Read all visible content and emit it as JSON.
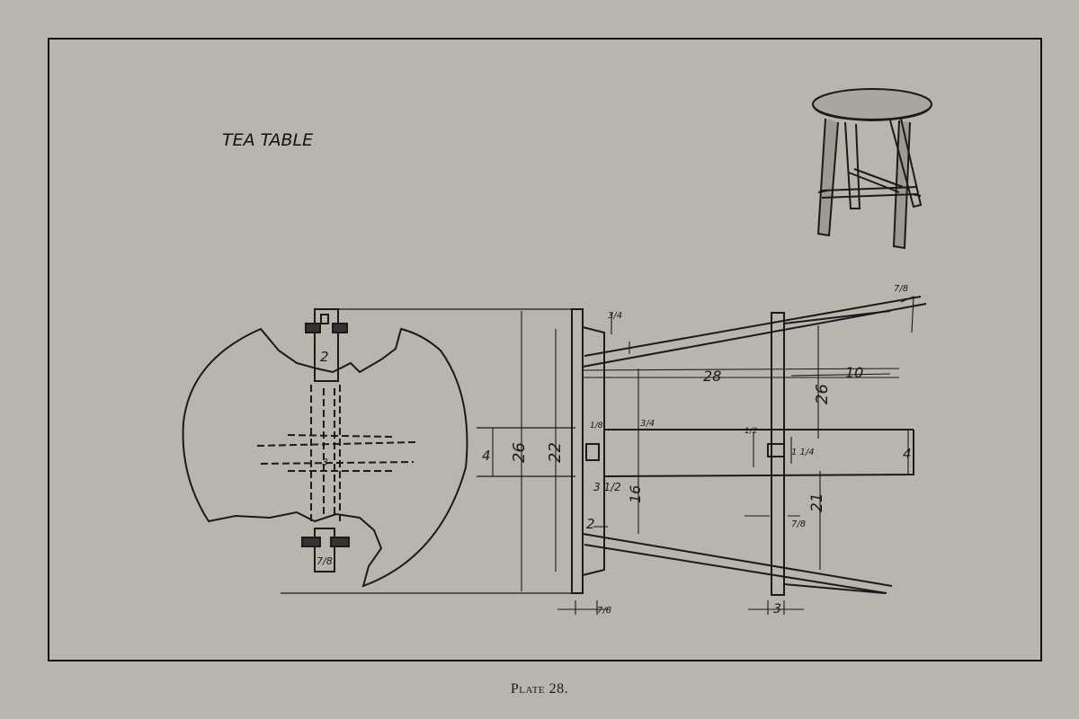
{
  "title": "TEA TABLE",
  "caption": "Plate 28.",
  "dimensions": {
    "d2_top": "2",
    "d3_center": "3",
    "d7_8_bottom": "7/8",
    "d4_left": "4",
    "d26_left": "26",
    "d22": "22",
    "d3_4_top": "3/4",
    "d28": "28",
    "d3_4_mid": "3/4",
    "d1_8_mid": "1/8",
    "d16": "16",
    "d3_1_2": "3 1/2",
    "d2_mid": "2",
    "d7_8_low_left": "7/8",
    "d7_8_top_right": "7/8",
    "d10": "10",
    "d26_right": "26",
    "d4_right": "4",
    "d1_4_right": "1 1/4",
    "d1_2_right": "1/2",
    "d21": "21",
    "d7_8_right": "7/8",
    "d3_bottom": "3"
  }
}
